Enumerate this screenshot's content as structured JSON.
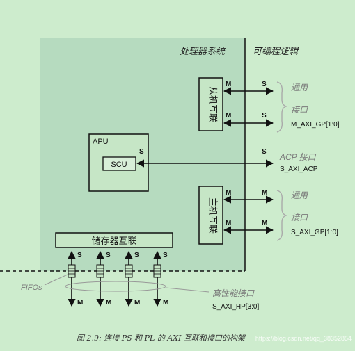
{
  "regions": {
    "ps_label": "处理器系统",
    "pl_label": "可编程逻辑"
  },
  "blocks": {
    "slave_interconnect": "从机互联",
    "master_interconnect": "主机互联",
    "apu": "APU",
    "scu": "SCU",
    "memory_interconnect": "储存器互联"
  },
  "ports": {
    "m": "M",
    "s": "S"
  },
  "interfaces": {
    "general_purpose": "通用",
    "interface": "接口",
    "m_axi_gp": "M_AXI_GP[1:0]",
    "acp_interface": "ACP 接口",
    "s_axi_acp": "S_AXI_ACP",
    "s_axi_gp": "S_AXI_GP[1:0]",
    "fifos": "FIFOs",
    "high_perf_interface": "高性能接口",
    "s_axi_hp": "S_AXI_HP[3:0]"
  },
  "caption": "图 2.9:  连接 PS 和 PL 的 AXI 互联和接口的构架",
  "watermark": "https://blog.csdn.net/qq_38352854",
  "colors": {
    "background": "#cdeccd",
    "ps_region": "#b6dbbf",
    "line": "#111111",
    "muted_text": "#7a7a7a",
    "brace": "#aaaaaa"
  }
}
